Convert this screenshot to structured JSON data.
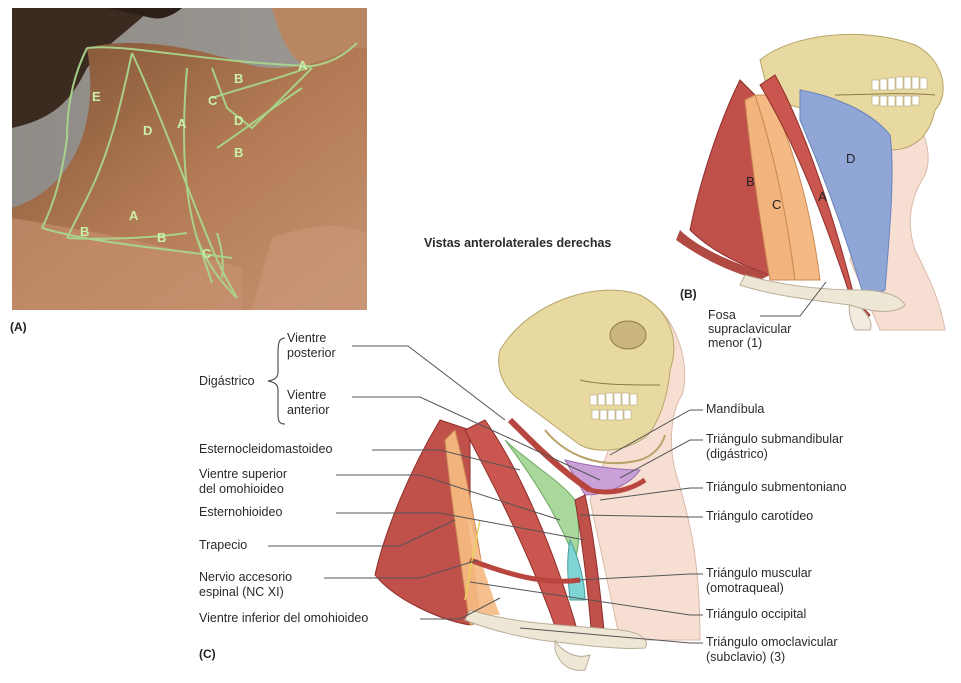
{
  "panels": {
    "a_tag": "(A)",
    "b_tag": "(B)",
    "c_tag": "(C)"
  },
  "panel_a": {
    "region_letters": [
      "E",
      "D",
      "A",
      "C",
      "B",
      "A",
      "D",
      "B",
      "B",
      "A",
      "B",
      "C"
    ]
  },
  "panel_b": {
    "caption": "Vistas anterolaterales derechas",
    "regions": {
      "a": "A",
      "b": "B",
      "c": "C",
      "d": "D"
    },
    "fossa_label": [
      "Fosa",
      "supraclavicular",
      "menor (1)"
    ]
  },
  "panel_c": {
    "left_labels": {
      "digastric": "Digástrico",
      "posterior_belly": [
        "Vientre",
        "posterior"
      ],
      "anterior_belly": [
        "Vientre",
        "anterior"
      ],
      "scm": "Esternocleidomastoideo",
      "sup_omohyoid": [
        "Vientre superior",
        "del omohioideo"
      ],
      "sternohyoid": "Esternohioideo",
      "trapezius": "Trapecio",
      "accessory_nerve": [
        "Nervio accesorio",
        "espinal (NC XI)"
      ],
      "inf_omohyoid": "Vientre inferior del omohioideo"
    },
    "right_labels": {
      "mandible": "Mandíbula",
      "submandibular": [
        "Triángulo submandibular",
        "(digástrico)"
      ],
      "submental": "Triángulo submentoniano",
      "carotid": "Triángulo carotídeo",
      "muscular": [
        "Triángulo muscular",
        "(omotraqueal)"
      ],
      "occipital": "Triángulo occipital",
      "omoclavicular": [
        "Triángulo omoclavicular",
        "(subclavio) (3)"
      ]
    }
  },
  "colors": {
    "muscle": "#c0504a",
    "bone": "#e8d9a0",
    "triangle_b": "#f2b37d",
    "triangle_d": "#8fa6d6",
    "carotid": "#a8d89a",
    "submandibular": "#c9a0d8",
    "muscular": "#7fd4d4",
    "outline": "#9fd08a"
  }
}
